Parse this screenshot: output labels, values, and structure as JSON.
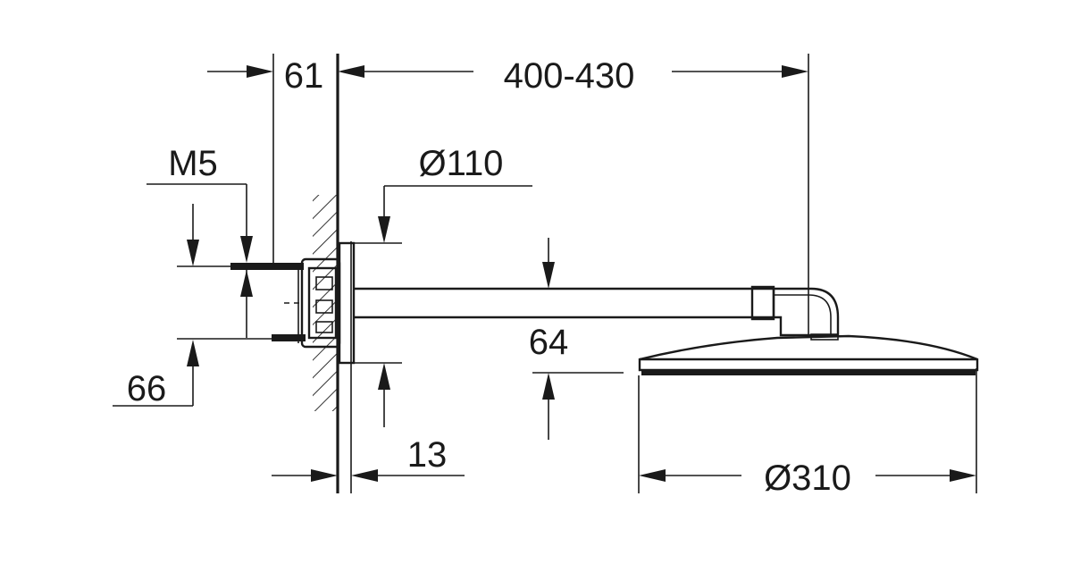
{
  "diagram": {
    "labels": {
      "offset_61": "61",
      "arm_length": "400-430",
      "thread": "M5",
      "flange_diameter": "Ø110",
      "arm_height": "64",
      "bottom_offset": "66",
      "wall_depth": "13",
      "head_diameter": "Ø310"
    },
    "colors": {
      "line": "#1a1a1a",
      "background": "#ffffff"
    }
  }
}
